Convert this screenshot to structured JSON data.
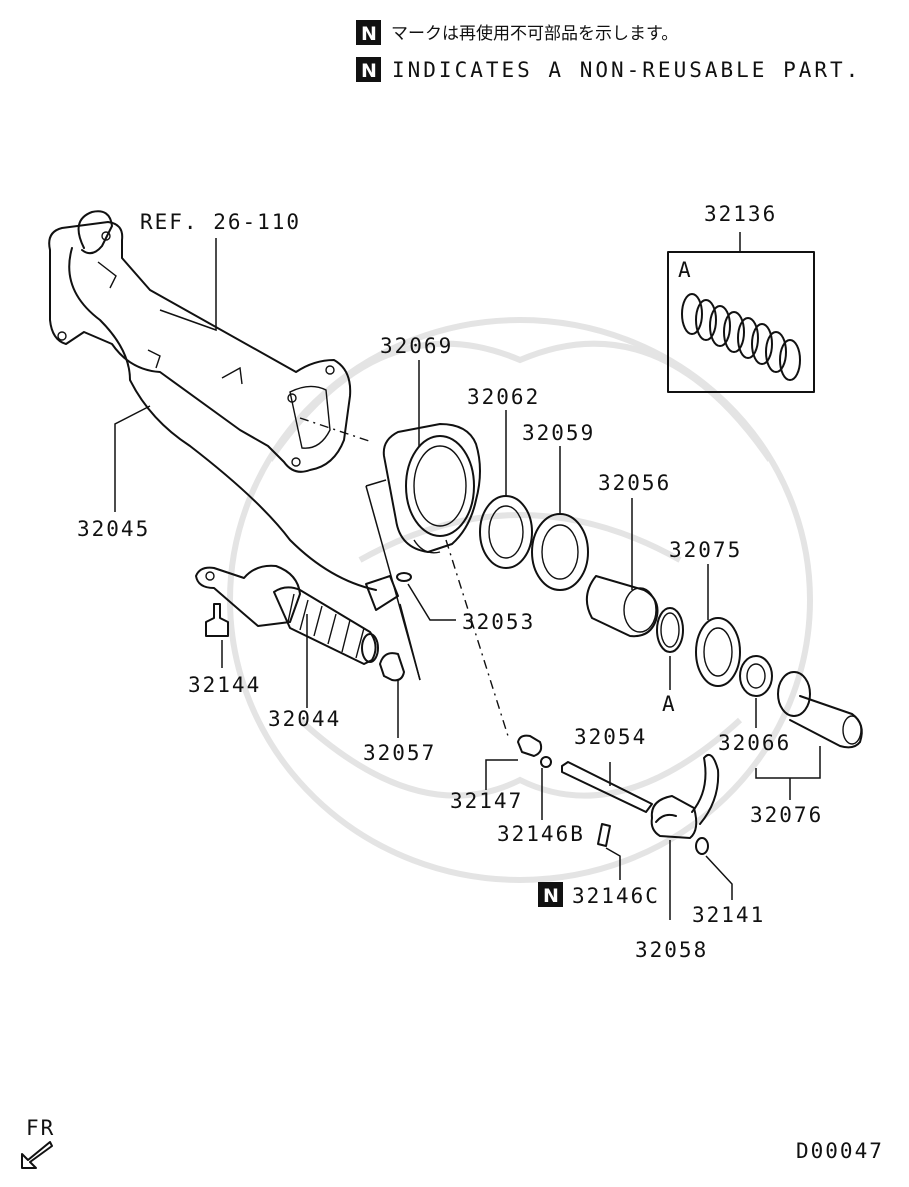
{
  "notes": {
    "badge": "N",
    "japanese": "マークは再使用不可部品を示します。",
    "english": "INDICATES A NON-REUSABLE PART."
  },
  "reference": "REF. 26-110",
  "parts": {
    "p32136": "32136",
    "p32136_sub": "A",
    "p32069": "32069",
    "p32062": "32062",
    "p32059": "32059",
    "p32056": "32056",
    "p32075": "32075",
    "p32045": "32045",
    "p32053": "32053",
    "p32144": "32144",
    "p32044": "32044",
    "p32057": "32057",
    "p32054": "32054",
    "p32066": "32066",
    "p32076": "32076",
    "p32147": "32147",
    "p32146b": "32146B",
    "p32146c": "32146C",
    "p32141": "32141",
    "p32058": "32058",
    "ring_marker": "A"
  },
  "footer": {
    "direction": "FR",
    "diagram_code": "D00047"
  }
}
